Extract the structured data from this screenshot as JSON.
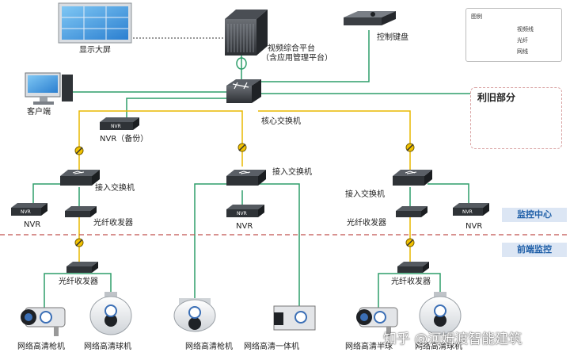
{
  "legend": {
    "title": "图例",
    "items": [
      {
        "label": "视频线",
        "style": "dotted",
        "color": "#333333"
      },
      {
        "label": "光纤",
        "style": "solid",
        "color": "#e8b800"
      },
      {
        "label": "网线",
        "style": "solid",
        "color": "#2e9e6a"
      }
    ]
  },
  "top": {
    "display_wall": "显示大屏",
    "platform_line1": "视频综合平台",
    "platform_line2": "（含应用管理平台）",
    "keyboard": "控制键盘",
    "client": "客户端",
    "core_switch": "核心交换机",
    "nvr_backup": "NVR（备份）"
  },
  "reuse_box": {
    "title": "利旧部分"
  },
  "branches": {
    "left": {
      "access_switch": "接入交换机",
      "nvr": "NVR",
      "fiber_transceiver": "光纤收发器",
      "front_transceiver": "光纤收发器",
      "camera1": "网络高清枪机",
      "camera2": "网络高清球机"
    },
    "middle": {
      "access_switch": "接入交换机",
      "nvr": "NVR",
      "camera1": "网络高清枪机",
      "camera2": "网络高清一体机"
    },
    "right": {
      "access_switch": "接入交换机",
      "fiber_transceiver": "光纤收发器",
      "nvr": "NVR",
      "front_transceiver": "光纤收发器",
      "camera1": "网络高清半球",
      "camera2": "网络高清球机"
    }
  },
  "zones": {
    "monitor_center": "监控中心",
    "front_end": "前端监控"
  },
  "device_tags": {
    "nvr": "NVR"
  },
  "watermark": "知乎 @河姆渡智能建筑",
  "colors": {
    "fiber": "#e8b800",
    "network": "#2e9e6a",
    "divider": "#c0504d",
    "zone_text": "#1f5fa8"
  }
}
